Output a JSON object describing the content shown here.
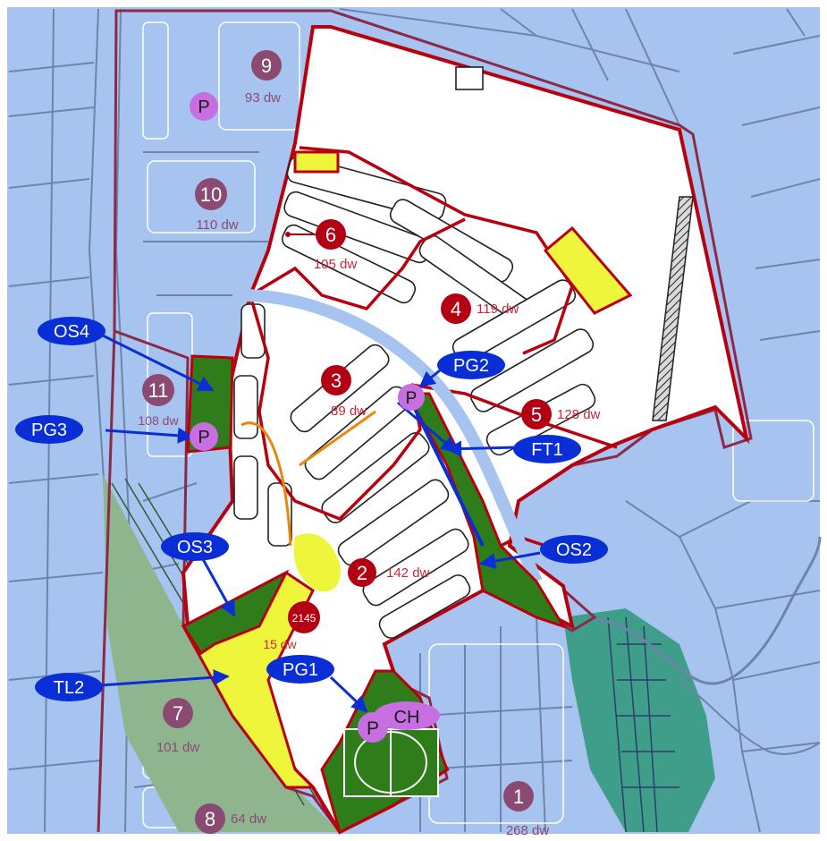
{
  "colors": {
    "background_blue": "#a7c4f0",
    "road_line": "#6e84a8",
    "boundary_red": "#b8000f",
    "dark_red_circle": "#b30012",
    "muted_circle": "#8a4a72",
    "open_space_green": "#2e7d1a",
    "yellow_zone": "#eef53a",
    "label_blue": "#0a2ed6",
    "parking_purple": "#c76ee0",
    "orange_path": "#e8870f"
  },
  "lots": [
    {
      "id": "1",
      "dwellings": "268 dw",
      "style": "muted"
    },
    {
      "id": "2",
      "dwellings": "142 dw",
      "style": "red"
    },
    {
      "id": "3",
      "dwellings": "89 dw",
      "style": "red"
    },
    {
      "id": "4",
      "dwellings": "119 dw",
      "style": "red"
    },
    {
      "id": "5",
      "dwellings": "128 dw",
      "style": "red"
    },
    {
      "id": "6",
      "dwellings": "105 dw",
      "style": "red"
    },
    {
      "id": "7",
      "dwellings": "101 dw",
      "style": "muted"
    },
    {
      "id": "8",
      "dwellings": "64 dw",
      "style": "muted"
    },
    {
      "id": "9",
      "dwellings": "93 dw",
      "style": "muted"
    },
    {
      "id": "10",
      "dwellings": "110 dw",
      "style": "muted"
    },
    {
      "id": "11",
      "dwellings": "108 dw",
      "style": "muted"
    },
    {
      "id": "2145",
      "dwellings": "15 dw",
      "style": "red"
    }
  ],
  "callouts": [
    {
      "id": "OS4",
      "label": "OS4"
    },
    {
      "id": "PG3",
      "label": "PG3"
    },
    {
      "id": "PG2",
      "label": "PG2"
    },
    {
      "id": "FT1",
      "label": "FT1"
    },
    {
      "id": "OS3",
      "label": "OS3"
    },
    {
      "id": "OS2",
      "label": "OS2"
    },
    {
      "id": "TL2",
      "label": "TL2"
    },
    {
      "id": "PG1",
      "label": "PG1"
    }
  ],
  "parking_label": "P",
  "community_hub_label": "CH"
}
